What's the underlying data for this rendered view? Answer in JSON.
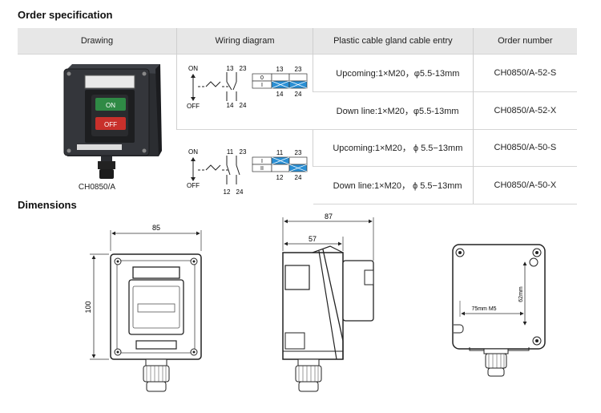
{
  "order_title": "Order specification",
  "dimensions_title": "Dimensions",
  "table": {
    "headers": [
      "Drawing",
      "Wiring diagram",
      "Plastic cable gland cable entry",
      "Order number"
    ],
    "product_caption": "CH0850/A",
    "product_labels": {
      "on": "ON",
      "off": "OFF"
    },
    "rows": [
      {
        "entry": "Upcoming:1×M20，φ5.5-13mm",
        "order": "CH0850/A-52-S"
      },
      {
        "entry": "Down line:1×M20，φ5.5-13mm",
        "order": "CH0850/A-52-X"
      },
      {
        "entry": "Upcoming:1×M20， ϕ 5.5−13mm",
        "order": "CH0850/A-50-S"
      },
      {
        "entry": "Down line:1×M20， ϕ 5.5−13mm",
        "order": "CH0850/A-50-X"
      }
    ]
  },
  "wiring": [
    {
      "on": "ON",
      "off": "OFF",
      "top_left": "13",
      "top_right": "23",
      "bot_left": "14",
      "bot_right": "24",
      "grid_top_left": "13",
      "grid_top_right": "23",
      "grid_row1": "0",
      "grid_row2": "I",
      "grid_bot_left": "14",
      "grid_bot_right": "24"
    },
    {
      "on": "ON",
      "off": "OFF",
      "top_left": "11",
      "top_right": "23",
      "bot_left": "12",
      "bot_right": "24",
      "grid_top_left": "11",
      "grid_top_right": "23",
      "grid_row1": "I",
      "grid_row2": "II",
      "grid_bot_left": "12",
      "grid_bot_right": "24"
    }
  ],
  "dimensions": {
    "front_width": "85",
    "front_height": "100",
    "side_total": "87",
    "side_body": "57",
    "back_horizontal": "75mm M5",
    "back_vertical": "62mm"
  },
  "colors": {
    "on_button": "#2f8a45",
    "off_button": "#c8302b",
    "grid_fill": "#2a8fd4",
    "table_header_bg": "#e7e7e7"
  }
}
